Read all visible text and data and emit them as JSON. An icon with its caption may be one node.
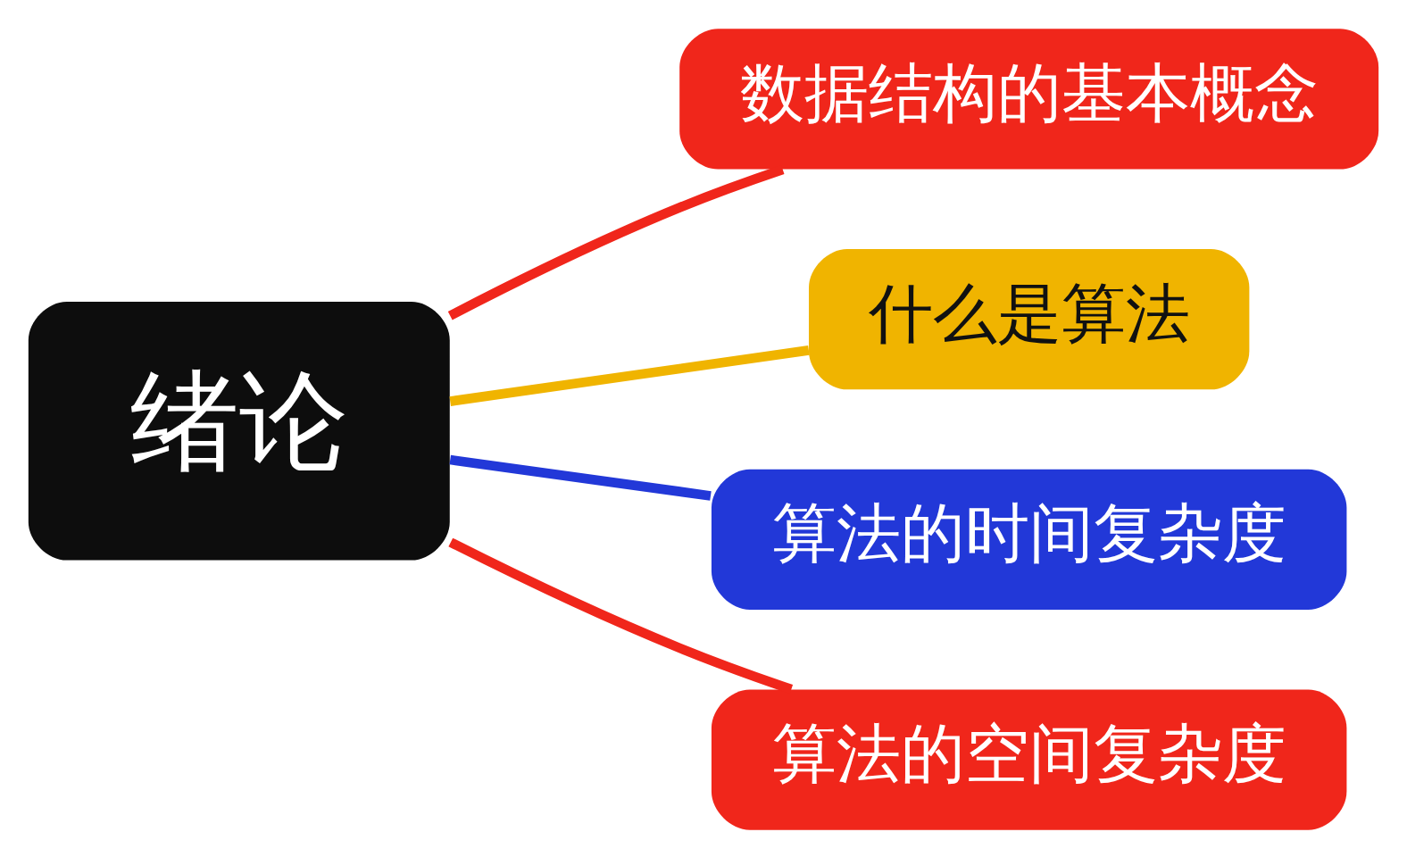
{
  "diagram": {
    "nodes": [
      {
        "text": [
          "绪论"
        ]
      },
      {
        "text": [
          "数据结构的基本概念"
        ]
      },
      {
        "text": [
          "什么是算法"
        ]
      },
      {
        "text": [
          "算法的时间复杂度"
        ]
      },
      {
        "text": [
          "算法的空间复杂度"
        ]
      }
    ],
    "edges": [
      {
        "from": 0,
        "to": 1,
        "arrow": "none"
      },
      {
        "from": 0,
        "to": 2,
        "arrow": "none",
        "color": "#f0b400"
      },
      {
        "from": 0,
        "to": 3,
        "arrow": "none",
        "color": "#2238d8"
      },
      {
        "from": 0,
        "to": 4,
        "arrow": "none"
      }
    ]
  }
}
